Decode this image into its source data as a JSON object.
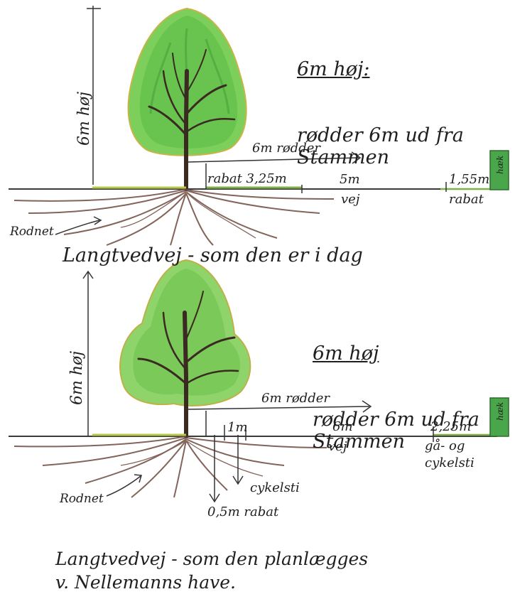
{
  "top": {
    "height_label": "6m høj",
    "note_heading": "6m høj:",
    "note_body": "rødder 6m ud fra\nStammen",
    "roots_arrow_label": "6m rødder",
    "bed_label": "rabat 3,25m",
    "road_width": "5m",
    "road_label": "vej",
    "right_bed_width": "1,55m",
    "right_bed_label": "rabat",
    "root_net_label": "Rodnet",
    "caption": "Langtvedvej - som den er i dag",
    "hedge_label": "hæk"
  },
  "bottom": {
    "height_label": "6m høj",
    "note_heading": "6m høj",
    "note_body": "rødder 6m ud fra\nStammen",
    "roots_arrow_label": "6m rødder",
    "bike_lane_width": "1m",
    "road_width": "6m",
    "road_label": "vej",
    "path_width": "2,25m",
    "path_label": "gå- og\ncykelsti",
    "bike_lane_label": "cykelsti",
    "bed_width_label": "0,5m rabat",
    "root_net_label": "Rodnet",
    "caption": "Langtvedvej - som den planlægges\nv. Nellemanns have.",
    "hedge_label": "hæk"
  }
}
